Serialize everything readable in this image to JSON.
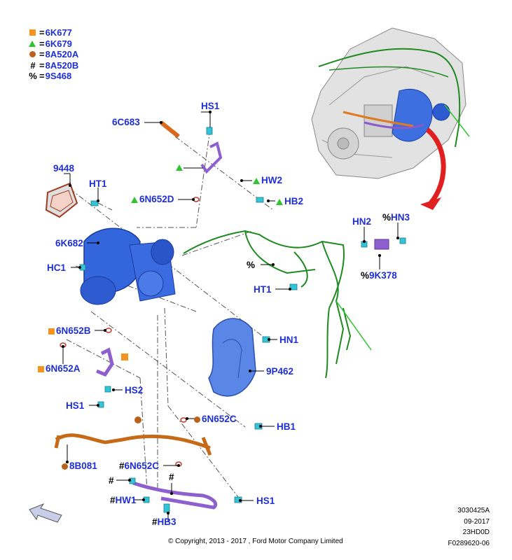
{
  "legend": [
    {
      "symbol": "square",
      "color": "#f7941d",
      "code": "6K677"
    },
    {
      "symbol": "triangle",
      "color": "#2ec52e",
      "code": "6K679"
    },
    {
      "symbol": "circle",
      "color": "#b8621b",
      "code": "8A520A"
    },
    {
      "symbol": "hash",
      "color": "#000000",
      "code": "8A520B"
    },
    {
      "symbol": "percent",
      "color": "#000000",
      "code": "9S468"
    }
  ],
  "callouts": {
    "hs1_top": "HS1",
    "c6c683": "6C683",
    "hw2": "HW2",
    "hb2": "HB2",
    "c6n652d": "6N652D",
    "c9448": "9448",
    "ht1_left": "HT1",
    "c6k682": "6K682",
    "hc1": "HC1",
    "c6n652b": "6N652B",
    "c6n652a": "6N652A",
    "hs2": "HS2",
    "hs1_left": "HS1",
    "hn1": "HN1",
    "c9p462": "9P462",
    "c6n652c_circle": "6N652C",
    "hb1": "HB1",
    "c8b081": "8B081",
    "c6n652c_hash": "6N652C",
    "hw1": "HW1",
    "hb3": "HB3",
    "hs1_bottom": "HS1",
    "hn2": "HN2",
    "hn3": "HN3",
    "c9k378": "9K378",
    "ht1_right": "HT1"
  },
  "marks": {
    "hash": "#",
    "percent": "%",
    "equals": "="
  },
  "stamp": {
    "line1": "3030425A",
    "line2": "09-2017",
    "line3": "23HD0D",
    "line4": "F0289620-06"
  },
  "copyright": "© Copyright, 2013 - 2017 , Ford Motor Company Limited"
}
